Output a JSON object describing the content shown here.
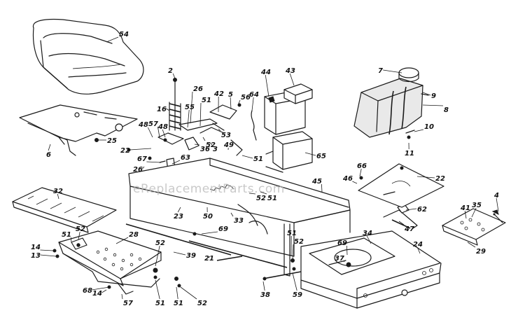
{
  "watermark": "eReplacementParts.com",
  "part_labels": [
    "54",
    "6",
    "25",
    "2",
    "16",
    "26",
    "55",
    "51",
    "42",
    "5",
    "56",
    "53",
    "52",
    "48",
    "57",
    "48",
    "22",
    "36",
    "3",
    "49",
    "51",
    "67",
    "63",
    "26",
    "44",
    "43",
    "64",
    "65",
    "7",
    "9",
    "8",
    "10",
    "11",
    "66",
    "46",
    "22",
    "45",
    "52",
    "51",
    "62",
    "47",
    "4",
    "41",
    "35",
    "29",
    "32",
    "23",
    "50",
    "33",
    "69",
    "28",
    "51",
    "52",
    "14",
    "13",
    "52",
    "39",
    "21",
    "34",
    "24",
    "51",
    "52",
    "69",
    "37",
    "68",
    "14",
    "51",
    "51",
    "52",
    "38",
    "59",
    "57"
  ]
}
